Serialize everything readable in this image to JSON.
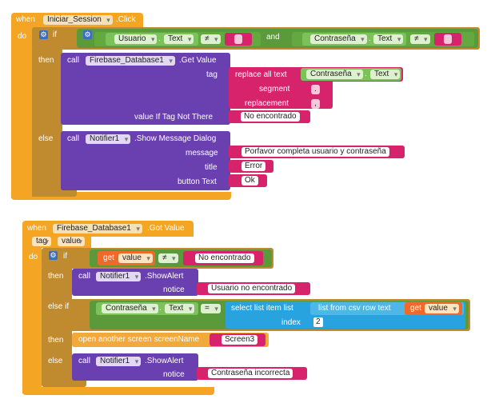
{
  "block1": {
    "when": "when",
    "component": "Iniciar_Session",
    "event": ".Click",
    "do": "do",
    "if": "if",
    "usuario": "Usuario",
    "text": "Text",
    "neq": "≠",
    "and": "and",
    "contrasena": "Contraseña",
    "then": "then",
    "call": "call",
    "firebase": "Firebase_Database1",
    "get_value": ".Get Value",
    "tag": "tag",
    "replace_all": "replace all text",
    "segment": "segment",
    "replacement": "replacement",
    "seg_val": ".",
    "rep_val": ",",
    "value_if": "value If Tag Not There",
    "no_encontrado": "No encontrado",
    "else": "else",
    "notifier": "Notifier1",
    "show_dialog": ".Show Message Dialog",
    "message": "message",
    "message_val": "Porfavor completa usuario y contraseña",
    "title": "title",
    "title_val": "Error",
    "button_text": "button Text",
    "button_val": "Ok"
  },
  "block2": {
    "when": "when",
    "component": "Firebase_Database1",
    "event": ".Got Value",
    "param_tag": "tag",
    "param_value": "value",
    "do": "do",
    "if": "if",
    "get": "get",
    "value": "value",
    "neq": "≠",
    "no_encontrado": "No encontrado",
    "then": "then",
    "call": "call",
    "notifier": "Notifier1",
    "show_alert": ".ShowAlert",
    "notice": "notice",
    "notice1": "Usuario no encontrado",
    "else_if": "else if",
    "contrasena": "Contraseña",
    "text": "Text",
    "eq": "=",
    "select_list": "select list item  list",
    "list_from_csv": "list from csv row  text",
    "index": "index",
    "index_val": "2",
    "then2": "then",
    "open_screen": "open another screen  screenName",
    "screen3": "Screen3",
    "else": "else",
    "notice2": "Contraseña incorrecta"
  }
}
